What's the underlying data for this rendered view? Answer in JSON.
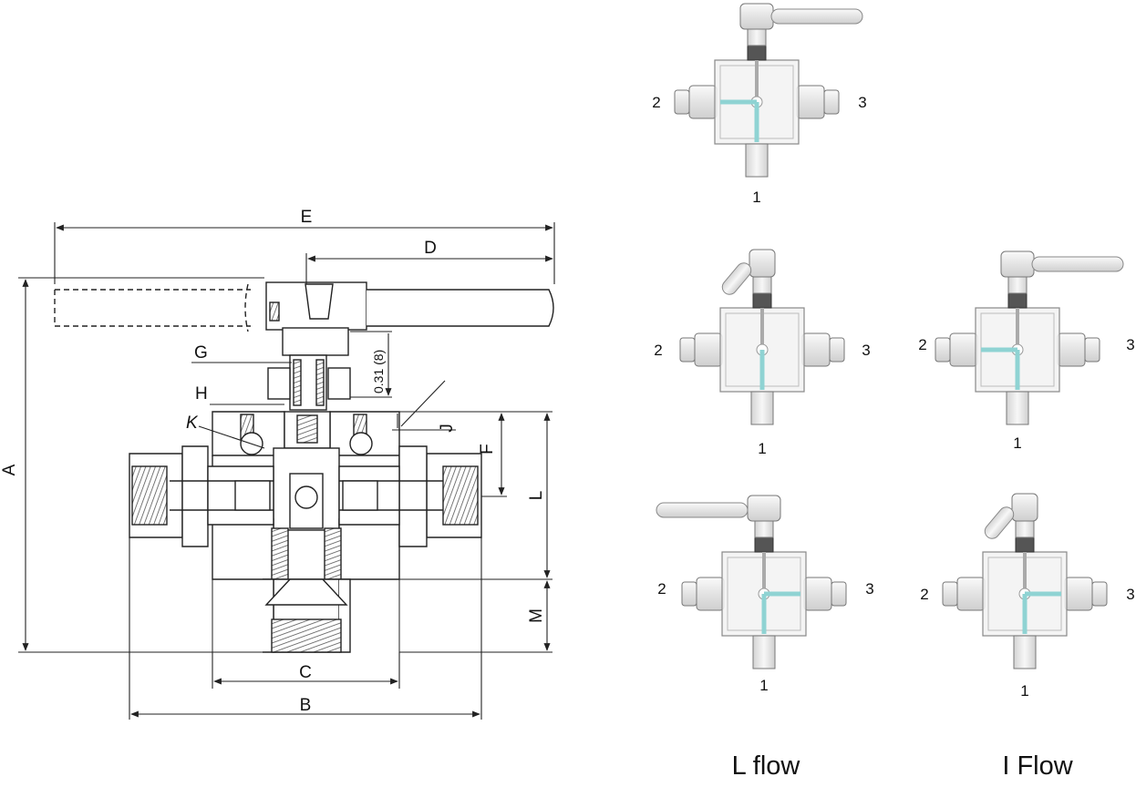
{
  "drawing": {
    "dimensions": {
      "A": "A",
      "B": "B",
      "C": "C",
      "D": "D",
      "E": "E",
      "F": "F",
      "G": "G",
      "H": "H",
      "J": "J",
      "K": "K",
      "L": "L",
      "M": "M"
    },
    "dim_note": "0.31 (8)"
  },
  "views": [
    {
      "id": "top",
      "ports": {
        "left": "2",
        "right": "3",
        "bottom": "1"
      },
      "handle": "right",
      "flow": "L",
      "outlet": "left"
    },
    {
      "id": "mid-left",
      "ports": {
        "left": "2",
        "right": "3",
        "bottom": "1"
      },
      "handle": "angled",
      "flow": "I"
    },
    {
      "id": "mid-right",
      "ports": {
        "left": "2",
        "right": "3",
        "bottom": "1"
      },
      "handle": "right",
      "flow": "L",
      "outlet": "left"
    },
    {
      "id": "bot-left",
      "ports": {
        "left": "2",
        "right": "3",
        "bottom": "1"
      },
      "handle": "left",
      "flow": "L",
      "outlet": "right"
    },
    {
      "id": "bot-right",
      "ports": {
        "left": "2",
        "right": "3",
        "bottom": "1"
      },
      "handle": "angled",
      "flow": "L",
      "outlet": "right"
    }
  ],
  "captions": {
    "l_flow": "L flow",
    "i_flow": "I Flow"
  },
  "colors": {
    "line": "#222222",
    "flow": "#8fd3d3",
    "metal": "#e6e6e6",
    "glass": "#f2f2f2"
  }
}
